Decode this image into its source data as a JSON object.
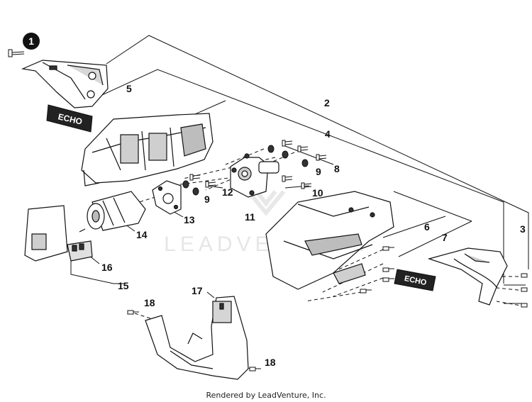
{
  "diagram": {
    "badge_label": "1",
    "callouts": {
      "c2": "2",
      "c3": "3",
      "c4": "4",
      "c5": "5",
      "c6": "6",
      "c7": "7",
      "c8": "8",
      "c9a": "9",
      "c9b": "9",
      "c10": "10",
      "c11": "11",
      "c12": "12",
      "c13": "13",
      "c14": "14",
      "c15": "15",
      "c16": "16",
      "c17": "17",
      "c18a": "18",
      "c18b": "18"
    },
    "decals": {
      "decal_a": "ECHO",
      "decal_b": "ECHO"
    },
    "watermark": "LEADVENTURE"
  },
  "footer": {
    "text": "Rendered by LeadVenture, Inc."
  },
  "colors": {
    "line": "#111111",
    "watermark": "#e3e3e3",
    "badge": "#111111"
  }
}
